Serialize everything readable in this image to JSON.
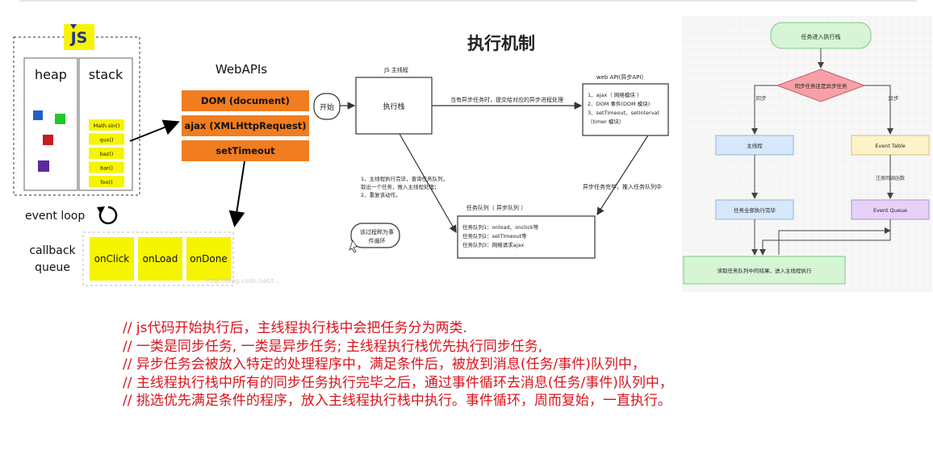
{
  "diagram1": {
    "js_badge": "JS",
    "heap_label": "heap",
    "stack_label": "stack",
    "stack_frames": [
      "Math.sin()",
      "qux()",
      "baz()",
      "bar()",
      "foo()"
    ],
    "webapis_title": "WebAPIs",
    "webapis": [
      "DOM (document)",
      "ajax (XMLHttpRequest)",
      "setTimeout"
    ],
    "event_loop_label": "event loop",
    "callback_queue_label": [
      "callback",
      "queue"
    ],
    "callbacks": [
      "onClick",
      "onLoad",
      "onDone"
    ],
    "watermark": "http://blog.csdn.net/t...",
    "colors": {
      "orange": "#f07d1f",
      "yellow": "#f6f400",
      "blue": "#1f5fcc",
      "green": "#22c82a",
      "red": "#c81c24",
      "purple": "#5a2b9e"
    }
  },
  "diagram2": {
    "title": "执行机制",
    "start": "开始",
    "main_thread_label": "JS 主线程",
    "exec_stack": "执行栈",
    "async_note": "当有异步任务时，提交给对应的异步进程处理",
    "webapi_title": "web API(异步API)",
    "webapi_items": [
      "1、ajax（ 网络模块 ）",
      "2、DOM 事件(DOM 模块)",
      "3、setTimeout、setInterval",
      "（timer 模块）"
    ],
    "main_done_note": [
      "1、主线程执行完毕，查询任务队列，",
      "取出一个任务，推入主线程处理；",
      "2、重复该动作。"
    ],
    "loop_bubble": [
      "该过程称为事",
      "件循环"
    ],
    "async_done_note": "异步任务完毕，推入任务队列中",
    "queue_title": "任务队列（ 异步队列 ）",
    "queue_items": [
      "任务队列1：onload、onclick等",
      "任务队列2：setTimeout等",
      "任务队列3：网络请求ajax"
    ]
  },
  "diagram3": {
    "start": "任务进入执行栈",
    "decision": "同步任务还是异步任务",
    "sync": "同步",
    "async": "异步",
    "main_thread": "主线程",
    "event_table": "Event Table",
    "register": "注册回调函数",
    "all_done": "任务全部执行完毕",
    "event_queue": "Event Queue",
    "read": "读取任务队列中的结果，进入主线程执行",
    "colors": {
      "green": "#d5f5d5",
      "pink": "#f6a0a8",
      "blue": "#d7e8fb",
      "yellow": "#fdf3c9",
      "purple": "#e6d1f7"
    }
  },
  "notes": [
    "// js代码开始执行后，主线程执行栈中会把任务分为两类.",
    "// 一类是同步任务, 一类是异步任务; 主线程执行栈优先执行同步任务,",
    "// 异步任务会被放入特定的处理程序中，满足条件后，被放到消息(任务/事件)队列中，",
    "// 主线程执行栈中所有的同步任务执行完毕之后，通过事件循环去消息(任务/事件)队列中，",
    "// 挑选优先满足条件的程序，放入主线程执行栈中执行。事件循环，周而复始，一直执行。"
  ]
}
